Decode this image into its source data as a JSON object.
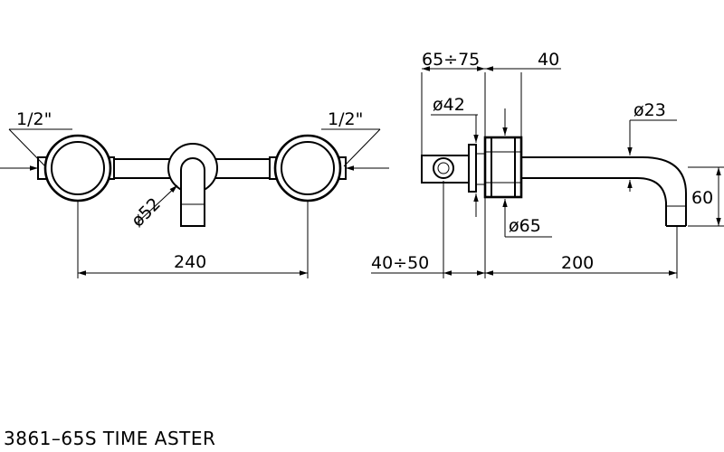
{
  "drawing": {
    "title": "3861–65S TIME ASTER",
    "front_view": {
      "thread_left": "1/2\"",
      "thread_right": "1/2\"",
      "spout_diameter": "ø52",
      "center_distance": "240"
    },
    "side_view": {
      "depth_range": "65÷75",
      "body_length": "40",
      "diameter_42": "ø42",
      "diameter_23": "ø23",
      "diameter_65": "ø65",
      "height": "60",
      "wall_range": "40÷50",
      "spout_reach": "200"
    }
  }
}
